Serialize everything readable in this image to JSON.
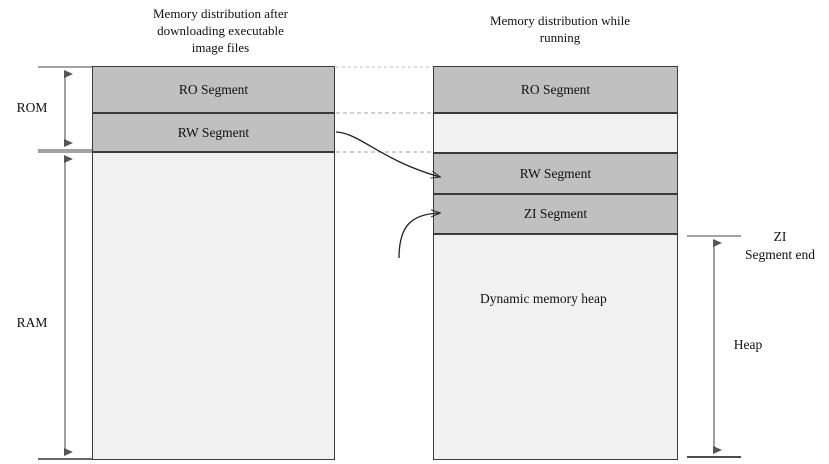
{
  "figure": {
    "left_panel": {
      "title": "Memory distribution after downloading executable image files",
      "title_lines": [
        "Memory distribution after",
        "downloading executable",
        "image files"
      ],
      "blocks": [
        {
          "label": "RO Segment",
          "fill": "#c0c0c0"
        },
        {
          "label": "RW Segment",
          "fill": "#c0c0c0"
        },
        {
          "label": "",
          "fill": "#f1f1f1"
        }
      ]
    },
    "right_panel": {
      "title": "Memory distribution while running",
      "title_lines": [
        "Memory distribution while",
        "running"
      ],
      "blocks": [
        {
          "label": "RO Segment",
          "fill": "#c0c0c0"
        },
        {
          "label": "",
          "fill": "#f1f1f1"
        },
        {
          "label": "RW Segment",
          "fill": "#c0c0c0"
        },
        {
          "label": "ZI Segment",
          "fill": "#c0c0c0"
        },
        {
          "label": "Dynamic memory heap",
          "fill": "#f1f1f1"
        }
      ]
    },
    "left_axis": {
      "rom_label": "ROM",
      "ram_label": "RAM"
    },
    "right_axis": {
      "zi_end_line1": "ZI",
      "zi_end_line2": "Segment end",
      "heap_label": "Heap"
    },
    "colors": {
      "segment_fill": "#c0c0c0",
      "empty_fill": "#f1f1f1",
      "border": "#3a3a3a",
      "dashed": "#b9b9b9",
      "arrow": "#555555",
      "curve": "#222222"
    }
  }
}
